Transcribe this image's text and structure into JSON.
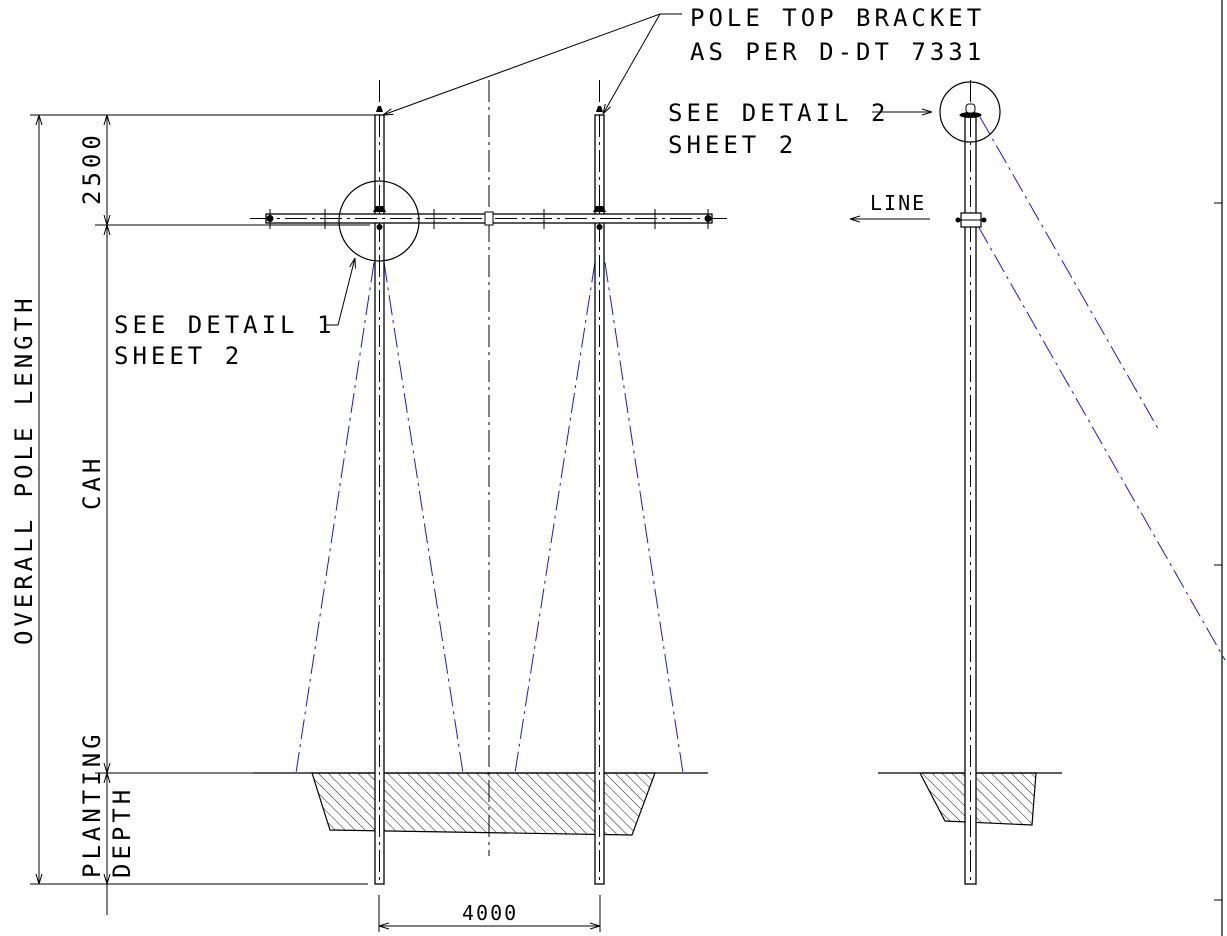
{
  "labels": {
    "pole_top_bracket_1": "POLE TOP BRACKET",
    "pole_top_bracket_2": "AS PER D-DT 7331",
    "see_detail_2": "SEE DETAIL 2",
    "sheet_2_a": "SHEET 2",
    "line": "LINE",
    "see_detail_1": "SEE DETAIL 1",
    "sheet_2_b": "SHEET 2",
    "dim_2500": "2500",
    "overall_pole_length": "OVERALL POLE LENGTH",
    "cah": "CAH",
    "planting": "PLANTING",
    "depth": "DEPTH",
    "dim_4000": "4000"
  }
}
